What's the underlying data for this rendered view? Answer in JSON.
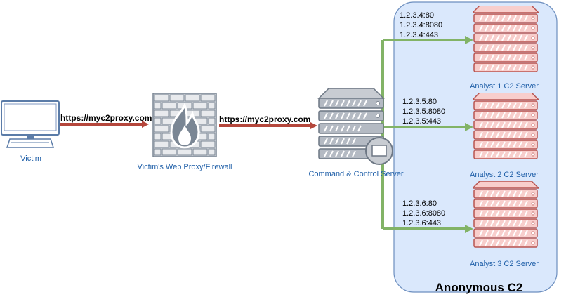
{
  "nodes": {
    "victim": {
      "label": "Victim"
    },
    "proxy": {
      "label": "Victim's Web Proxy/Firewall"
    },
    "c2": {
      "label": "Command & Control Server"
    },
    "analyst1": {
      "label": "Analyst 1 C2 Server",
      "addresses": [
        "1.2.3.4:80",
        "1.2.3.4:8080",
        "1.2.3.4:443"
      ]
    },
    "analyst2": {
      "label": "Analyst 2 C2 Server",
      "addresses": [
        "1.2.3.5:80",
        "1.2.3.5:8080",
        "1.2.3.5:443"
      ]
    },
    "analyst3": {
      "label": "Analyst 3 C2 Server",
      "addresses": [
        "1.2.3.6:80",
        "1.2.3.6:8080",
        "1.2.3.6:443"
      ]
    }
  },
  "edges": {
    "victim_to_proxy": {
      "label": "https://myc2proxy.com"
    },
    "proxy_to_c2": {
      "label": "https://myc2proxy.com"
    }
  },
  "region": {
    "label": "Anonymous C2"
  },
  "colors": {
    "red_arrow": "#b5473c",
    "green_arrow": "#82b366",
    "region_fill": "#dae8fc",
    "region_stroke": "#6c8ebf",
    "server_red": "#f8cecc",
    "server_red_stroke": "#b85450",
    "label_blue": "#1f5fa8"
  },
  "icons": {
    "victim": "desktop-computer-icon",
    "proxy": "firewall-icon",
    "c2": "server-icon",
    "analyst": "server-rack-icon"
  }
}
